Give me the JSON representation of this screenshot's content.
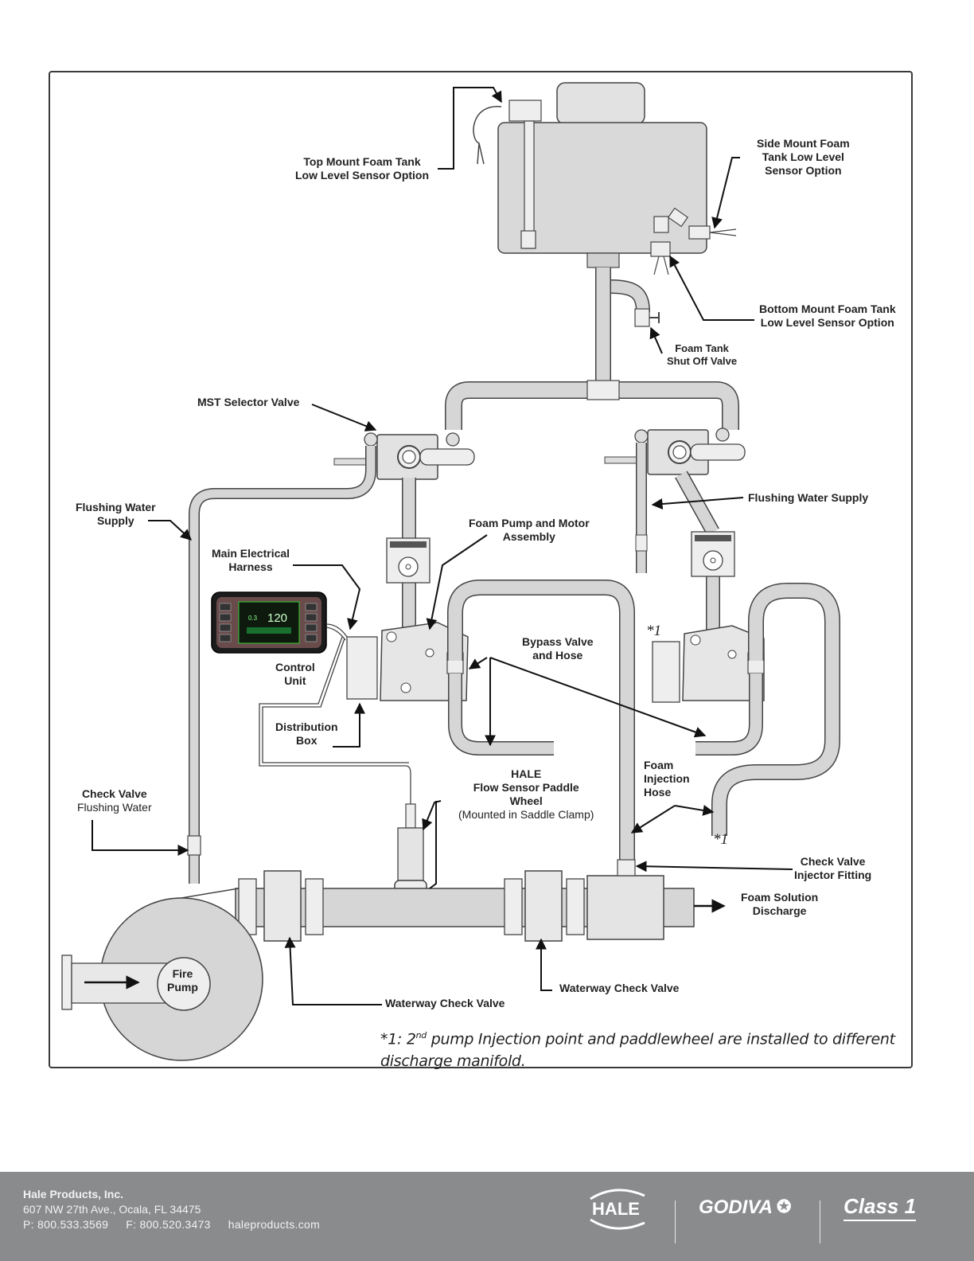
{
  "diagram": {
    "labels": {
      "top_mount_sensor": [
        "Top Mount Foam Tank",
        "Low Level Sensor Option"
      ],
      "side_mount_sensor": [
        "Side Mount Foam",
        "Tank Low Level",
        "Sensor Option"
      ],
      "bottom_mount_sensor": [
        "Bottom Mount Foam Tank",
        "Low Level Sensor Option"
      ],
      "foam_tank_shutoff": [
        "Foam Tank",
        "Shut Off Valve"
      ],
      "mst_selector_valve": "MST Selector Valve",
      "flushing_water_supply_left": [
        "Flushing Water",
        "Supply"
      ],
      "flushing_water_supply_right": "Flushing Water Supply",
      "foam_pump_motor": [
        "Foam Pump and Motor",
        "Assembly"
      ],
      "main_electrical_harness": [
        "Main Electrical",
        "Harness"
      ],
      "control_unit": [
        "Control",
        "Unit"
      ],
      "bypass_valve": [
        "Bypass Valve",
        "and Hose"
      ],
      "distribution_box": [
        "Distribution",
        "Box"
      ],
      "flow_sensor": [
        "HALE",
        "Flow Sensor Paddle",
        "Wheel",
        "(Mounted in Saddle Clamp)"
      ],
      "foam_injection_hose": [
        "Foam",
        "Injection",
        "Hose"
      ],
      "check_valve_flushing": [
        "Check Valve",
        "Flushing Water"
      ],
      "check_valve_injector": [
        "Check Valve",
        "Injector Fitting"
      ],
      "foam_solution_discharge": [
        "Foam Solution",
        "Discharge"
      ],
      "fire_pump": [
        "Fire",
        "Pump"
      ],
      "waterway_check_valve_1": "Waterway Check Valve",
      "waterway_check_valve_2": "Waterway Check Valve",
      "control_display_readout": "120",
      "control_display_small": "0.3"
    },
    "footnote_markers": [
      "*1",
      "*1"
    ],
    "footnote": {
      "prefix": "*1: 2",
      "superscript": "nd",
      "line1": " pump Injection point and paddlewheel are installed to different",
      "line2": "discharge manifold."
    }
  },
  "footer": {
    "company": "Hale Products, Inc.",
    "address": "607 NW 27th Ave., Ocala, FL 34475",
    "phone": "P: 800.533.3569",
    "fax": "F: 800.520.3473",
    "website": "haleproducts.com",
    "logos": [
      "HALE",
      "GODIVA",
      "Class 1"
    ]
  },
  "colors": {
    "pipe_fill": "#d6d6d6",
    "outline": "#333333",
    "footer_bg": "#8a8b8d"
  }
}
